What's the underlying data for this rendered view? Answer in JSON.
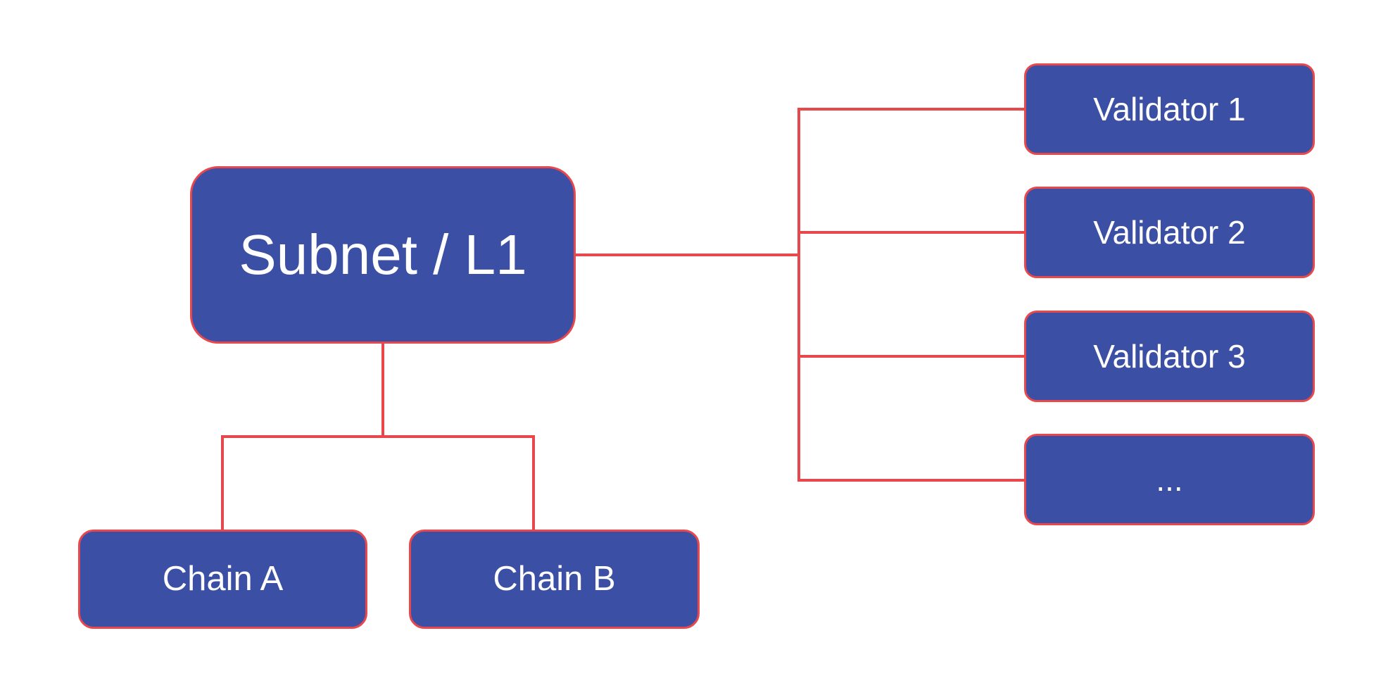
{
  "nodes": {
    "root": {
      "label": "Subnet / L1"
    },
    "chains": [
      {
        "label": "Chain A"
      },
      {
        "label": "Chain B"
      }
    ],
    "validators": [
      {
        "label": "Validator 1"
      },
      {
        "label": "Validator 2"
      },
      {
        "label": "Validator 3"
      },
      {
        "label": "..."
      }
    ]
  },
  "colors": {
    "node_fill": "#3B50A5",
    "node_border": "#E8474C",
    "connector": "#E8474C",
    "node_text": "#FFFFFF",
    "background": "#FFFFFF"
  }
}
